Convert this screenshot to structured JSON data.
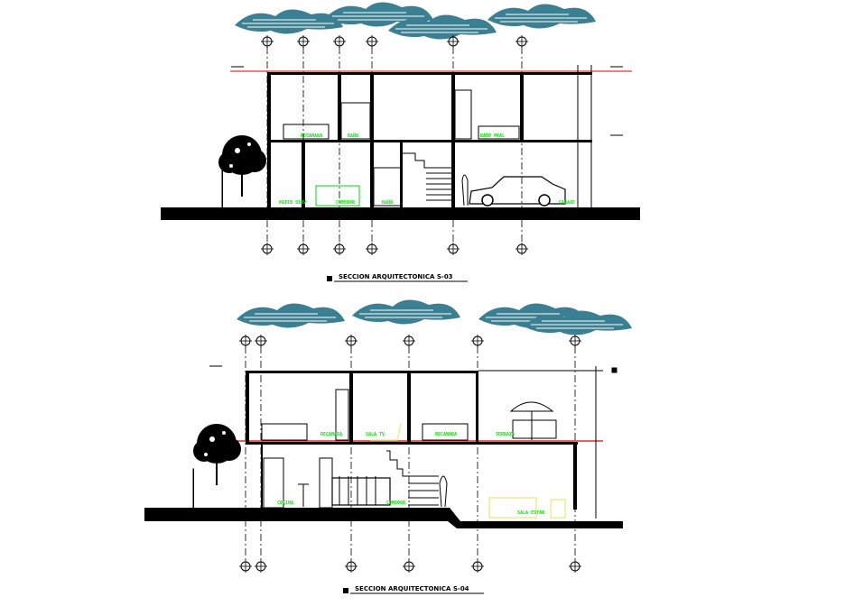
{
  "colors": {
    "structure": "#000000",
    "level_line": "#e00000",
    "labels": "#00ee00",
    "clouds": "#3a7f92",
    "furniture_hatch": "#e8f08a"
  },
  "sections": [
    {
      "title": "SECCION ARQUITECTONICA S-03",
      "rooms": [
        "RECAMARA",
        "BAÑO",
        "BAÑO PRAL",
        "PATIO SERV",
        "COMEDOR",
        "BAÑO",
        "GARAGE"
      ]
    },
    {
      "title": "SECCION ARQUITECTONICA S-04",
      "rooms": [
        "RECAMARA",
        "SALA TV",
        "RECAMARA",
        "TERRAZA",
        "COCINA",
        "COMEDOR",
        "SALA ESTAR"
      ]
    }
  ]
}
